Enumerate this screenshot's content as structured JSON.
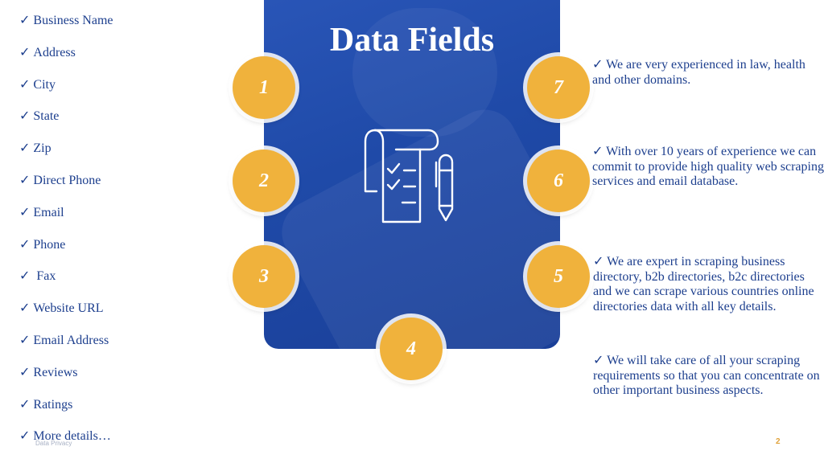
{
  "title": "Data Fields",
  "left_fields": [
    "Business Name",
    "Address",
    "City",
    "State",
    "Zip",
    "Direct Phone",
    "Email",
    "Phone",
    " Fax",
    "Website URL",
    "Email Address",
    "Reviews",
    "Ratings",
    "More details…"
  ],
  "check_glyph": "✓",
  "badges": [
    "1",
    "2",
    "3",
    "4",
    "5",
    "6",
    "7"
  ],
  "notes": [
    "✓ We are very experienced in law, health and other domains.",
    "✓ With over 10 years of experience we can commit to provide high quality web scraping services and email database.",
    "✓ We are expert in scraping business directory, b2b directories, b2c directories  and we can scrape various countries online directories data with all key details.",
    "✓ We will take care of all your scraping requirements so that you can concentrate on other important business aspects."
  ],
  "footer": {
    "left": "Data Privacy",
    "page_number": "2"
  },
  "icons": {
    "center": "document-checklist-pen-icon"
  },
  "colors": {
    "panel": "#1f4aa8",
    "badge": "#f0b23c",
    "text": "#1d3f8e"
  }
}
